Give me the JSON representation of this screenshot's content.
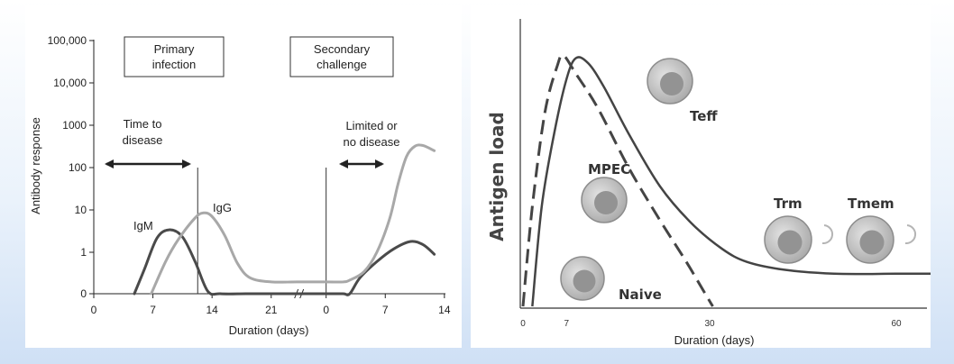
{
  "chart_data": [
    {
      "type": "line",
      "ylabel": "Antibody response",
      "xlabel": "Duration (days)",
      "y_ticks": [
        "0",
        "1",
        "10",
        "100",
        "1000",
        "10,000",
        "100,000"
      ],
      "x_ticks": [
        "0",
        "7",
        "14",
        "21",
        "0",
        "7",
        "14"
      ],
      "y_scale": "log",
      "boxes": {
        "primary": [
          "Primary",
          "infection"
        ],
        "secondary": [
          "Secondary",
          "challenge"
        ]
      },
      "annotations": {
        "time_to_disease": [
          "Time to",
          "disease"
        ],
        "limited": [
          "Limited or",
          "no disease"
        ]
      },
      "series": [
        {
          "name": "IgM",
          "color": "#4a4a4a",
          "points": [
            [
              4.8,
              0
            ],
            [
              6,
              0.4
            ],
            [
              7.5,
              2.2
            ],
            [
              9,
              3.4
            ],
            [
              10.5,
              2.3
            ],
            [
              12,
              0.6
            ],
            [
              13.5,
              0.12
            ],
            [
              15,
              0.1
            ],
            [
              18,
              0.1
            ],
            [
              21,
              0.1
            ],
            [
              24,
              0.1
            ],
            [
              27.5,
              0.1
            ],
            [
              29.5,
              0.1
            ],
            [
              30.3,
              0.1
            ],
            [
              31.5,
              0.25
            ],
            [
              33.5,
              0.6
            ],
            [
              35.5,
              1.2
            ],
            [
              37.5,
              1.8
            ],
            [
              39,
              1.5
            ],
            [
              40.3,
              0.9
            ]
          ]
        },
        {
          "name": "IgG",
          "color": "#a8a8a8",
          "points": [
            [
              6.8,
              0
            ],
            [
              8.5,
              0.6
            ],
            [
              10,
              2
            ],
            [
              12,
              6.5
            ],
            [
              13,
              8.5
            ],
            [
              14,
              7
            ],
            [
              15.5,
              2.5
            ],
            [
              17,
              0.55
            ],
            [
              18.5,
              0.25
            ],
            [
              21,
              0.2
            ],
            [
              24,
              0.2
            ],
            [
              27.5,
              0.2
            ],
            [
              29.5,
              0.2
            ],
            [
              30.3,
              0.22
            ],
            [
              32,
              0.35
            ],
            [
              33.5,
              1
            ],
            [
              35,
              6
            ],
            [
              36,
              40
            ],
            [
              37,
              180
            ],
            [
              38,
              320
            ],
            [
              39,
              330
            ],
            [
              40.3,
              250
            ]
          ]
        }
      ]
    },
    {
      "type": "line",
      "ylabel": "Antigen load",
      "xlabel": "Duration (days)",
      "x_ticks": [
        0,
        7,
        30,
        60
      ],
      "cells": [
        "Teff",
        "MPEC",
        "Trm",
        "Tmem",
        "Naive"
      ],
      "series": [
        {
          "style": "solid",
          "points": [
            [
              1.5,
              0
            ],
            [
              3,
              38
            ],
            [
              5,
              66
            ],
            [
              7,
              87
            ],
            [
              8.5,
              95
            ],
            [
              10.5,
              93
            ],
            [
              13,
              84
            ],
            [
              17,
              66
            ],
            [
              22,
              46
            ],
            [
              27,
              32
            ],
            [
              32,
              22
            ],
            [
              36,
              17
            ],
            [
              42,
              14
            ],
            [
              50,
              12.5
            ],
            [
              60,
              12.5
            ],
            [
              66,
              12.5
            ]
          ]
        },
        {
          "style": "dashed",
          "points": [
            [
              0,
              0
            ],
            [
              1.5,
              38
            ],
            [
              3.5,
              74
            ],
            [
              5.5,
              92
            ],
            [
              6.5,
              96
            ],
            [
              8.5,
              89
            ],
            [
              12,
              76
            ],
            [
              17,
              53
            ],
            [
              22,
              33
            ],
            [
              26,
              18
            ],
            [
              29,
              6
            ],
            [
              30.5,
              0
            ]
          ]
        }
      ]
    }
  ]
}
